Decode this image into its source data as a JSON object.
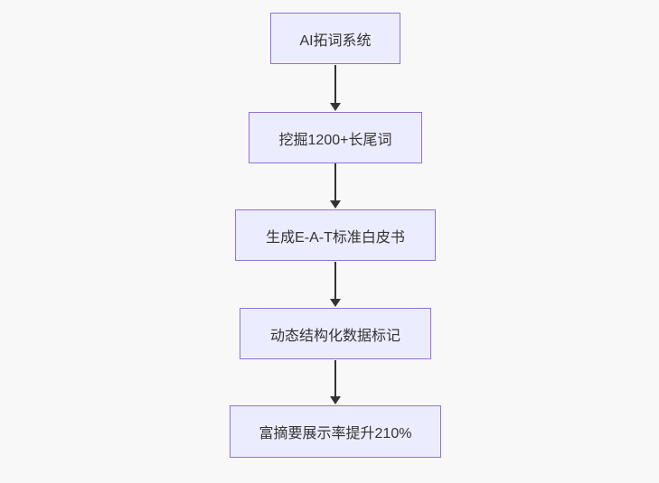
{
  "diagram": {
    "type": "flowchart",
    "direction": "top-down",
    "nodes": [
      {
        "id": "n1",
        "label": "AI拓词系统"
      },
      {
        "id": "n2",
        "label": "挖掘1200+长尾词"
      },
      {
        "id": "n3",
        "label": "生成E-A-T标准白皮书"
      },
      {
        "id": "n4",
        "label": "动态结构化数据标记"
      },
      {
        "id": "n5",
        "label": "富摘要展示率提升210%"
      }
    ],
    "edges": [
      {
        "from": "n1",
        "to": "n2",
        "style": "arrow-down"
      },
      {
        "from": "n2",
        "to": "n3",
        "style": "arrow-down"
      },
      {
        "from": "n3",
        "to": "n4",
        "style": "arrow-down"
      },
      {
        "from": "n4",
        "to": "n5",
        "style": "arrow-down"
      }
    ],
    "colors": {
      "node_fill": "#ECECFF",
      "node_border": "#9370DB",
      "node_text": "#333333",
      "arrow": "#333333",
      "background": "#F8F8F8"
    }
  }
}
